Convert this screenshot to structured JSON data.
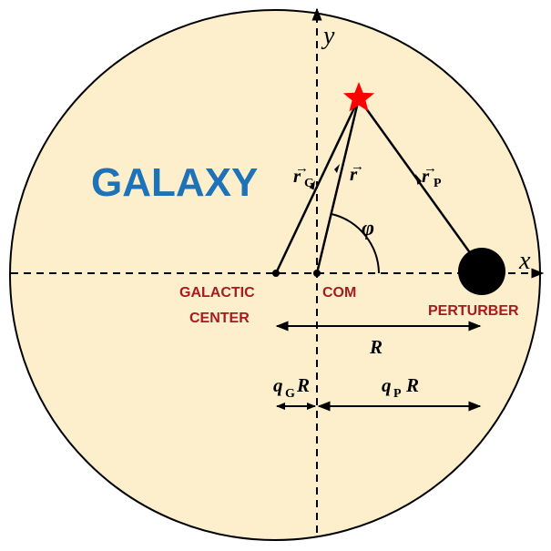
{
  "title": "GALAXY",
  "axes": {
    "x_label": "x",
    "y_label": "y"
  },
  "points": {
    "galactic_center": {
      "line1": "GALACTIC",
      "line2": "CENTER"
    },
    "com": "COM",
    "perturber": "PERTURBER"
  },
  "vectors": {
    "r_g": {
      "symbol": "r",
      "arrow": "→",
      "subscript": "G"
    },
    "r": {
      "symbol": "r",
      "arrow": "→"
    },
    "r_p": {
      "symbol": "r",
      "arrow": "→",
      "subscript": "P"
    }
  },
  "angle_label": "φ",
  "distances": {
    "R": "R",
    "qG_R": {
      "q": "q",
      "sub": "G",
      "R": "R"
    },
    "qP_R": {
      "q": "q",
      "sub": "P",
      "R": "R"
    }
  },
  "colors": {
    "background": "#fdefcc",
    "title": "#1e72b8",
    "labels": "#a51c1c",
    "star": "#ff0000",
    "lines": "#000000"
  }
}
